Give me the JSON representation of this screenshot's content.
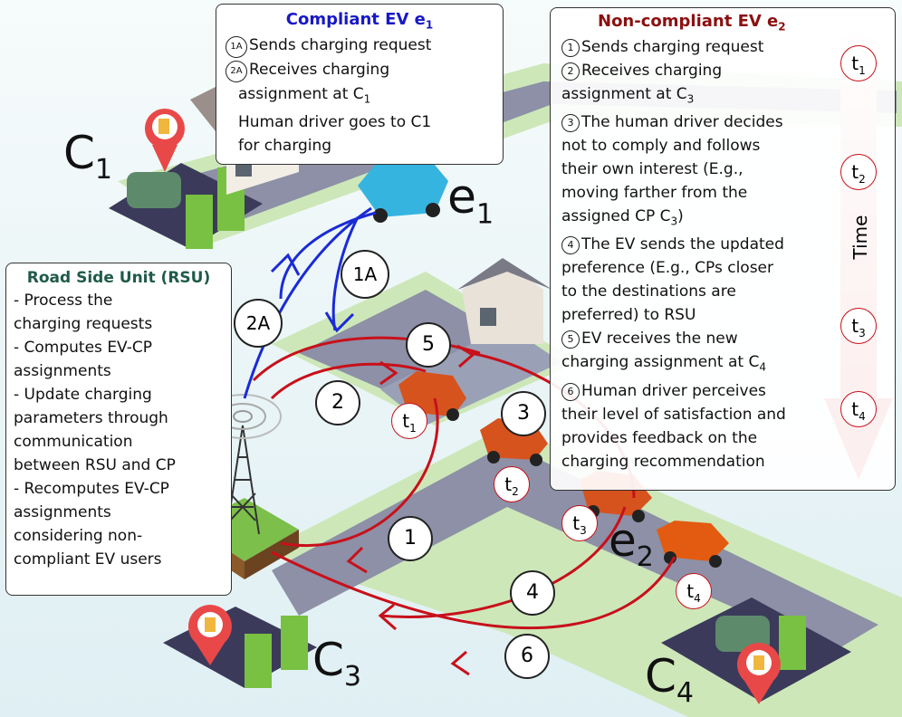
{
  "compliant": {
    "title": "Compliant EV e",
    "title_sub": "1",
    "steps": [
      {
        "badge": "1A",
        "text": "Sends charging request"
      },
      {
        "badge": "2A",
        "text": "Receives charging"
      }
    ],
    "line3": "assignment at C",
    "line3_sub": "1",
    "line4": "Human driver goes to C1",
    "line5": "for charging"
  },
  "noncompliant": {
    "title": "Non-compliant EV e",
    "title_sub": "2",
    "s1": "Sends charging request",
    "s2a": "Receives charging",
    "s2b": "assignment at C",
    "s2b_sub": "3",
    "s3a": "The human driver decides",
    "s3b": "not to comply and follows",
    "s3c": "their own interest (E.g.,",
    "s3d": "moving farther from the",
    "s3e": "assigned CP C",
    "s3e_sub": "3",
    "s3e_end": ")",
    "s4a": "The EV sends the updated",
    "s4b": "preference (E.g., CPs closer",
    "s4c": "to the destinations are",
    "s4d": "preferred) to RSU",
    "s5a": "EV receives the new",
    "s5b": "charging assignment at C",
    "s5b_sub": "4",
    "s6a": "Human driver perceives",
    "s6b": "their level of satisfaction and",
    "s6c": "provides feedback on the",
    "s6d": "charging recommendation",
    "time_label": "Time",
    "nums": [
      "1",
      "2",
      "3",
      "4",
      "5",
      "6"
    ]
  },
  "rsu": {
    "title": "Road Side Unit (RSU)",
    "lines": [
      "- Process the",
      "charging requests",
      "- Computes EV-CP",
      "assignments",
      "- Update charging",
      "parameters through",
      "communication",
      "between RSU and CP",
      "- Recomputes EV-CP",
      "assignments",
      "considering non-",
      "compliant EV users"
    ]
  },
  "timeline": [
    {
      "t": "t",
      "sub": "1"
    },
    {
      "t": "t",
      "sub": "2"
    },
    {
      "t": "t",
      "sub": "3"
    },
    {
      "t": "t",
      "sub": "4"
    }
  ],
  "labels": {
    "c1": "C",
    "c1_sub": "1",
    "c3": "C",
    "c3_sub": "3",
    "c4": "C",
    "c4_sub": "4",
    "e1": "e",
    "e1_sub": "1",
    "e2": "e",
    "e2_sub": "2"
  },
  "arrows": {
    "a1A": "1A",
    "a2A": "2A",
    "r1": "1",
    "r2": "2",
    "r3": "3",
    "r4": "4",
    "r5": "5",
    "r6": "6"
  },
  "car_times": [
    {
      "t": "t",
      "sub": "1"
    },
    {
      "t": "t",
      "sub": "2"
    },
    {
      "t": "t",
      "sub": "3"
    },
    {
      "t": "t",
      "sub": "4"
    }
  ],
  "colors": {
    "compliant_title": "#1818c8",
    "noncompliant_title": "#8b1010",
    "rsu_title": "#1f5a4a",
    "blue_path": "#1a2bd6",
    "red_path": "#c8101a",
    "road": "#8a8fa3",
    "grass": "#bfe0a8"
  }
}
